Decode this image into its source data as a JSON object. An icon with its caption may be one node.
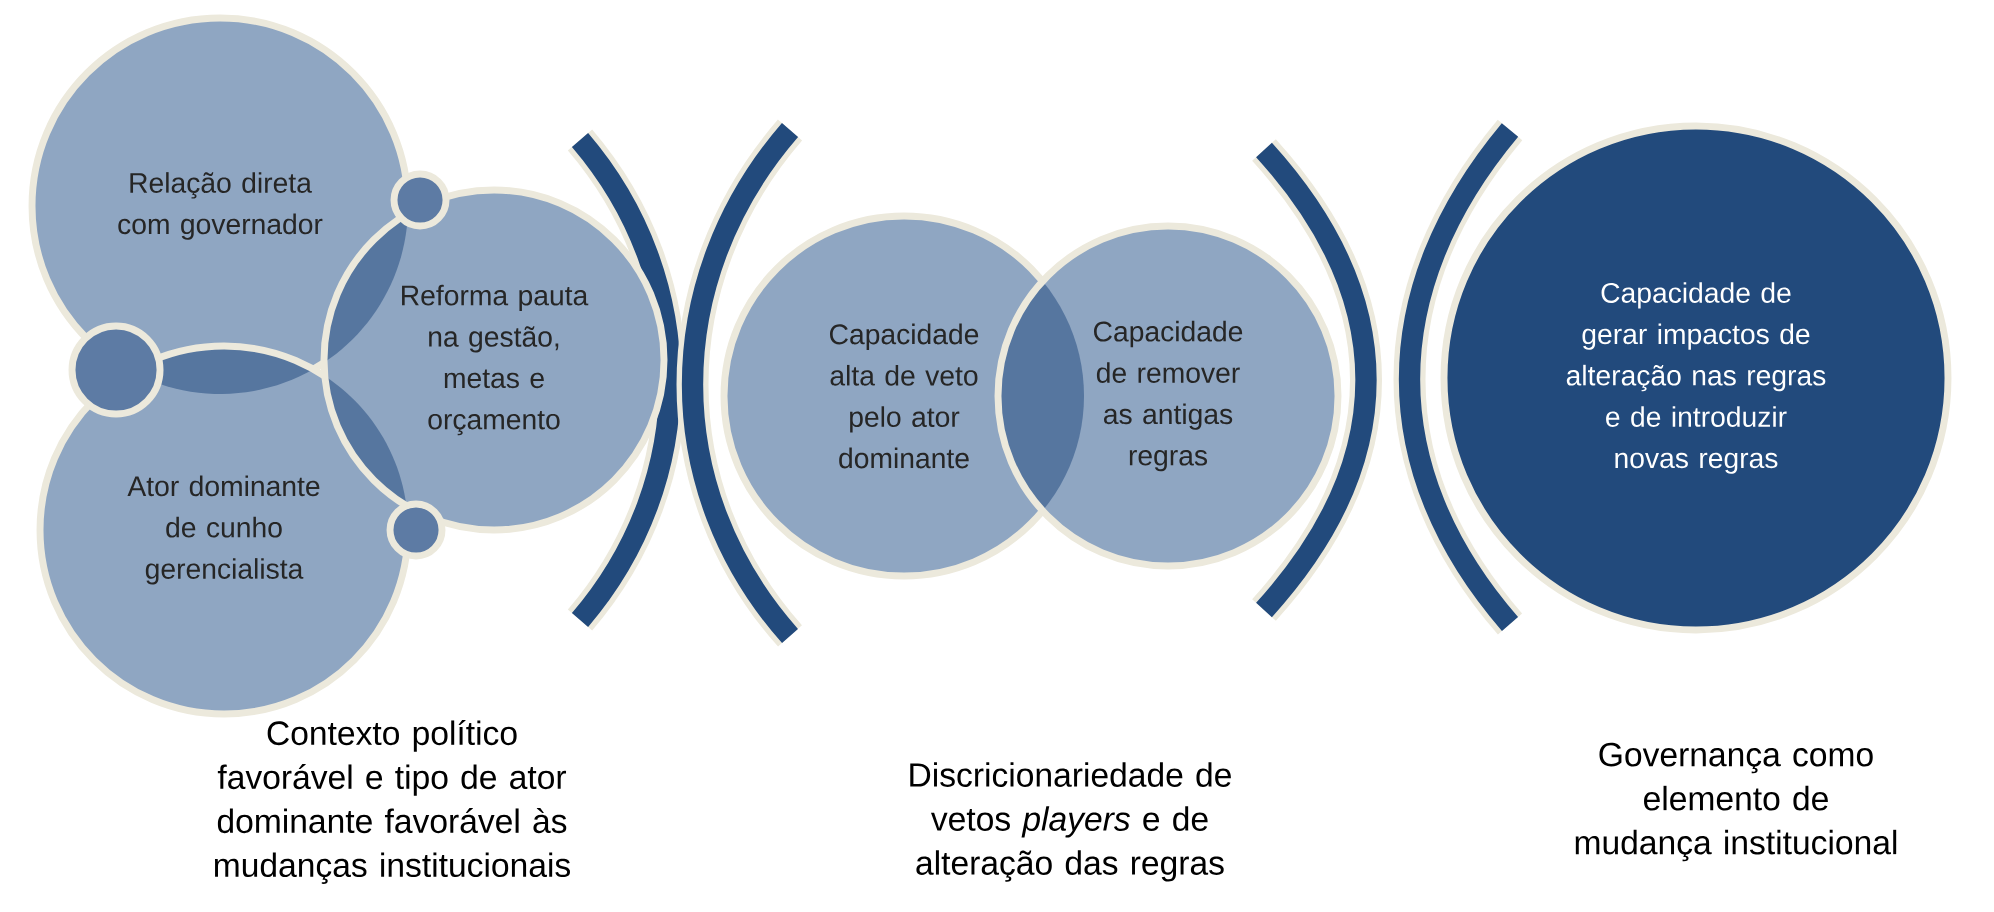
{
  "diagram": {
    "nodes": [
      {
        "text": [
          "Relação direta com governador"
        ]
      },
      {
        "text": [],
        "shape": "circle"
      },
      {
        "text": [
          "Reforma pauta na gestão, metas e orçamento"
        ]
      },
      {
        "text": [],
        "shape": "circle"
      },
      {
        "text": [
          "Ator dominante de cunho gerencialista"
        ]
      },
      {
        "text": [],
        "shape": "circle"
      },
      {
        "text": [
          "Capacidade alta de veto pelo ator dominante"
        ]
      },
      {
        "text": [
          "Capacidade de remover as antigas regras"
        ]
      },
      {
        "text": [
          "Capacidade de gerar impactos de alteração nas regras e de introduzir novas regras"
        ]
      }
    ],
    "labels": [
      "Contexto político favorável e tipo de ator dominante favorável às mudanças institucionais",
      "Discricionariedade de vetos *players* e de alteração das regras",
      "Governança como elemento de mudança institucional"
    ]
  }
}
